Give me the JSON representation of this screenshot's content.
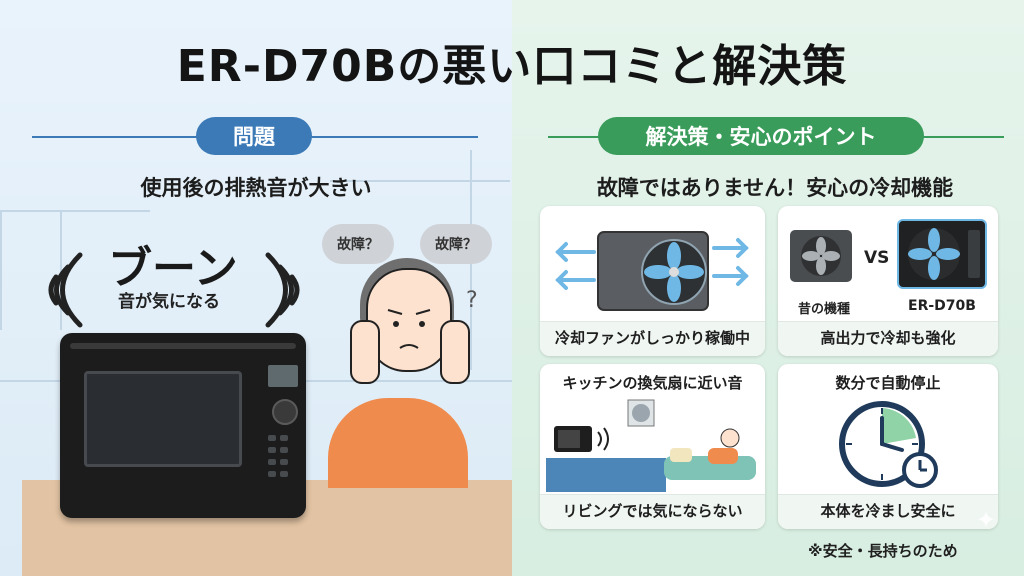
{
  "title": "ER-D70Bの悪い口コミと解決策",
  "colors": {
    "problem": "#3b7ab7",
    "solution": "#3a9c5a",
    "fan_blade": "#6fb8e6"
  },
  "problem": {
    "badge": "問題",
    "heading": "使用後の排熱音が大きい",
    "noise_text": "ブーン",
    "noise_sub": "音が気になる",
    "bubbles": [
      "故障？",
      "故障？"
    ],
    "question_mark": "?"
  },
  "solution": {
    "badge": "解決策・安心のポイント",
    "heading": "故障ではありません！安心の冷却機能",
    "cards": {
      "fan": {
        "label": "冷却ファンがしっかり稼働中"
      },
      "compare": {
        "label": "高出力で冷却も強化",
        "old_label": "昔の機種",
        "vs": "VS",
        "new_label": "ER-D70B"
      },
      "kitchen": {
        "label": "キッチンの換気扇に近い音",
        "bottom": "リビングでは気にならない"
      },
      "timer": {
        "label": "数分で自動停止",
        "bottom": "本体を冷まし安全に"
      }
    },
    "footnote": "※安全・長持ちのため"
  },
  "icons": [
    "sound-wave-icon",
    "fan-icon",
    "clock-icon",
    "stopwatch-icon",
    "arrow-icon",
    "sparkle-icon"
  ]
}
